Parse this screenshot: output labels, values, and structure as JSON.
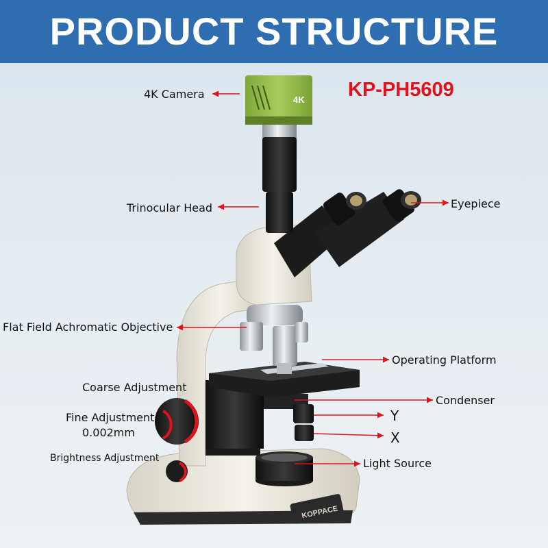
{
  "header": {
    "title": "PRODUCT STRUCTURE"
  },
  "model": "KP-PH5609",
  "labels": {
    "camera": "4K Camera",
    "trinocular_head": "Trinocular Head",
    "eyepiece": "Eyepiece",
    "objective": "Flat Field Achromatic Objective",
    "operating_platform": "Operating Platform",
    "condenser": "Condenser",
    "coarse": "Coarse Adjustment",
    "fine": "Fine Adjustment",
    "fine_value": "0.002mm",
    "brightness": "Brightness Adjustment",
    "light_source": "Light Source",
    "axis_y": "Y",
    "axis_x": "X"
  },
  "product": {
    "camera_badge": "4K",
    "brand_mark": "KOPPACE"
  },
  "colors": {
    "banner": "#2f6db1",
    "accent_red": "#e0121b",
    "camera_green": "#9bbf4a",
    "body_cream": "#ece9df"
  }
}
